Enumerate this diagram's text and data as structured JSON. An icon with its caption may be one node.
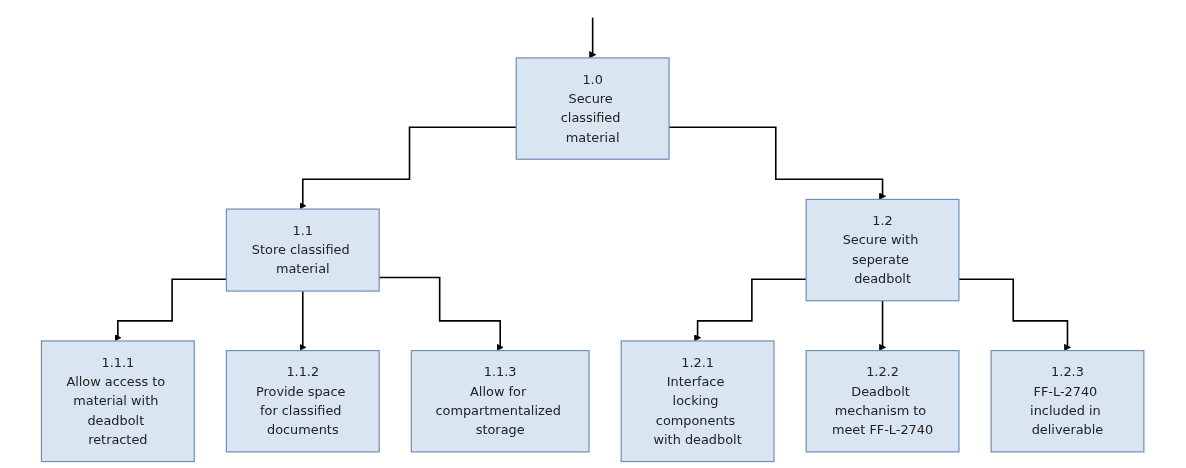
{
  "diagram": {
    "nodes": [
      {
        "text": [
          "1.0",
          "Secure classified material"
        ]
      },
      {
        "text": [
          "1.1",
          "Store classified material"
        ]
      },
      {
        "text": [
          "1.2",
          "Secure with seperate deadbolt"
        ]
      },
      {
        "text": [
          "1.1.1",
          "Allow access to material with deadbolt retracted"
        ]
      },
      {
        "text": [
          "1.1.2",
          "Provide space for classified documents"
        ]
      },
      {
        "text": [
          "1.1.3",
          "Allow for compartmentalized storage"
        ]
      },
      {
        "text": [
          "1.2.1",
          "Interface locking components with deadbolt"
        ]
      },
      {
        "text": [
          "1.2.2",
          "Deadbolt mechanism to meet FF-L-2740"
        ]
      },
      {
        "text": [
          "1.2.3",
          "FF-L-2740 included in deliverable"
        ]
      }
    ],
    "edges": [
      {
        "from": null,
        "to": 0,
        "arrow": "to"
      },
      {
        "from": 0,
        "to": 1,
        "arrow": "to"
      },
      {
        "from": 0,
        "to": 2,
        "arrow": "to"
      },
      {
        "from": 1,
        "to": 3,
        "arrow": "to"
      },
      {
        "from": 1,
        "to": 4,
        "arrow": "to"
      },
      {
        "from": 1,
        "to": 5,
        "arrow": "to"
      },
      {
        "from": 2,
        "to": 6,
        "arrow": "to"
      },
      {
        "from": 2,
        "to": 7,
        "arrow": "to"
      },
      {
        "from": 2,
        "to": 8,
        "arrow": "to"
      }
    ]
  }
}
